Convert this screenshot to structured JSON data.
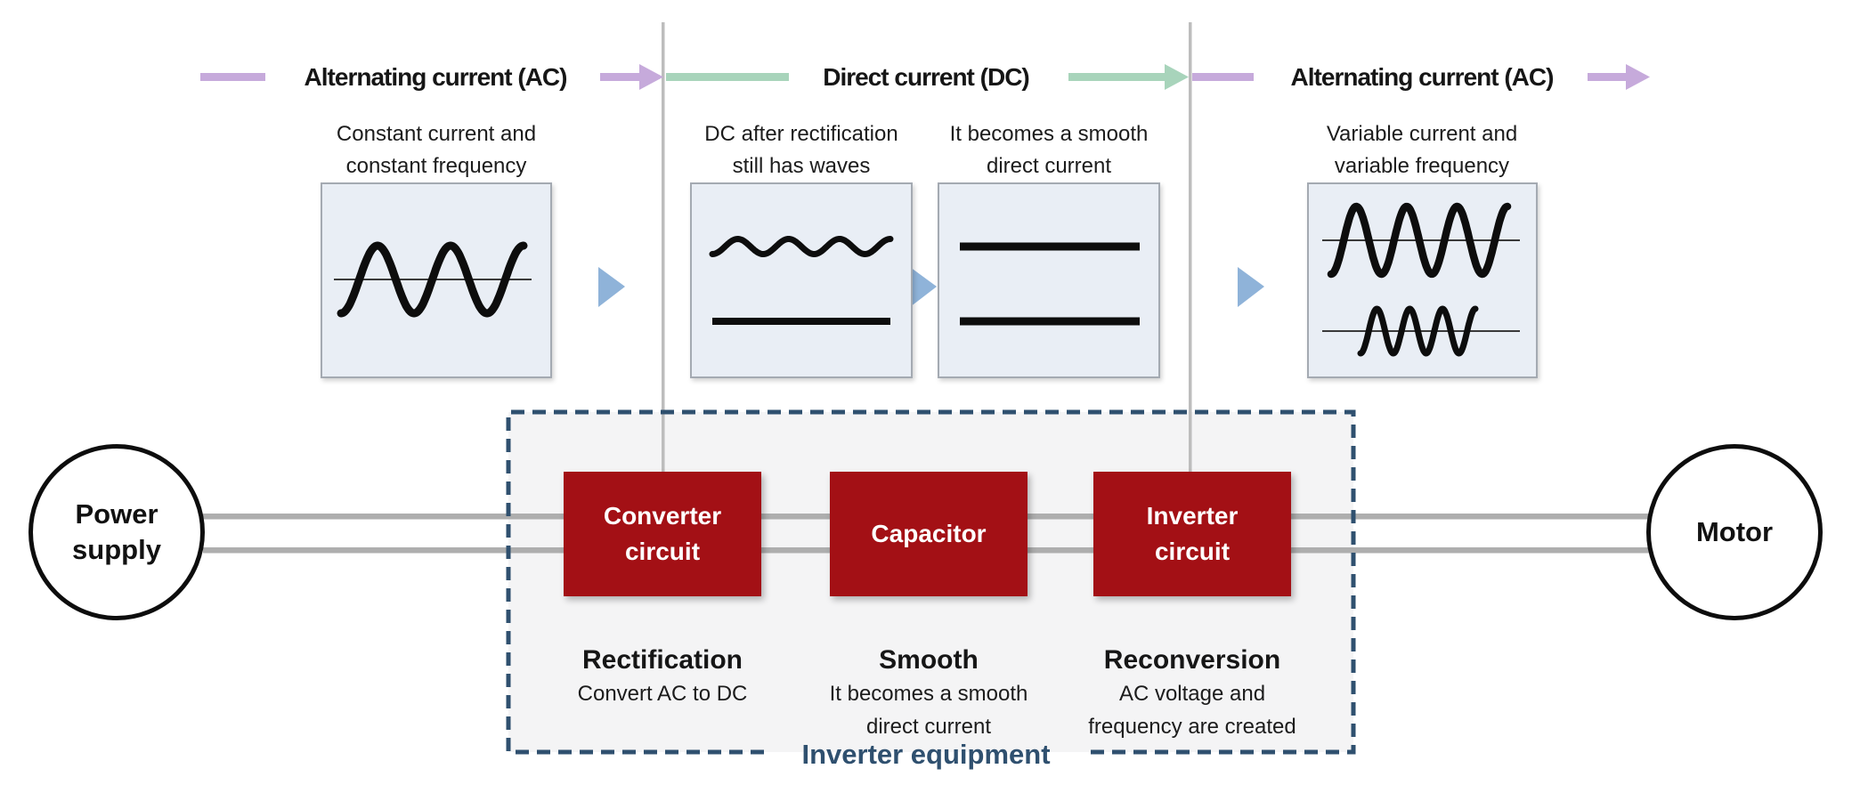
{
  "flow": {
    "ac_left": "Alternating current (AC)",
    "dc": "Direct current (DC)",
    "ac_right": "Alternating current (AC)"
  },
  "panels": [
    {
      "caption1": "Constant current and",
      "caption2": "constant frequency"
    },
    {
      "caption1": "DC after rectification",
      "caption2": "still has waves"
    },
    {
      "caption1": "It becomes a smooth",
      "caption2": "direct current"
    },
    {
      "caption1": "Variable current and",
      "caption2": "variable frequency"
    }
  ],
  "power_supply": {
    "line1": "Power",
    "line2": "supply"
  },
  "motor": {
    "label": "Motor"
  },
  "inverter": {
    "label": "Inverter equipment",
    "stages": [
      {
        "box1": "Converter",
        "box2": "circuit",
        "heading": "Rectification",
        "desc1": "Convert AC to DC",
        "desc2": ""
      },
      {
        "box1": "Capacitor",
        "box2": "",
        "heading": "Smooth",
        "desc1": "It becomes a smooth",
        "desc2": "direct current"
      },
      {
        "box1": "Inverter",
        "box2": "circuit",
        "heading": "Reconversion",
        "desc1": "AC voltage and",
        "desc2": "frequency are created"
      }
    ]
  },
  "colors": {
    "purple": "#C6AADB",
    "green": "#A8D4BB",
    "triangle_blue": "#8FB3D9",
    "red": "#A31015",
    "navy": "#2F506F",
    "panel_bg": "#E9EEF5"
  }
}
